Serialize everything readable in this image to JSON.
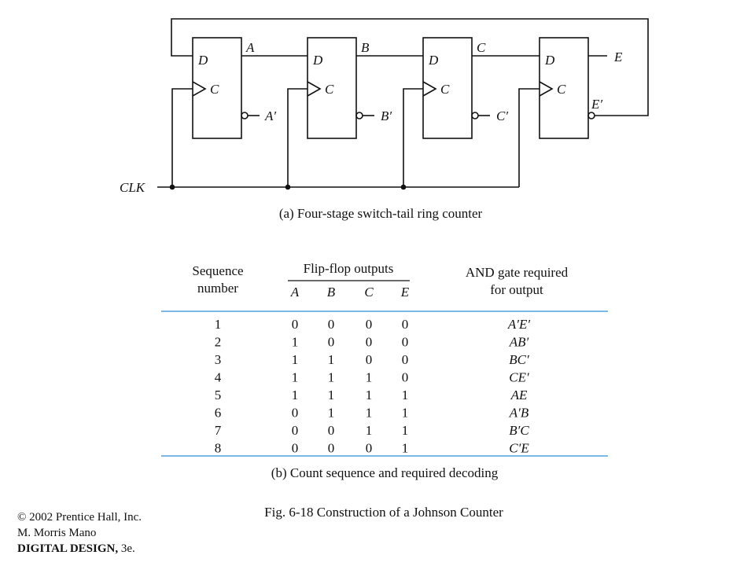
{
  "circuit": {
    "stages": [
      {
        "d": "D",
        "c": "C",
        "q": "A",
        "qn": "A′"
      },
      {
        "d": "D",
        "c": "C",
        "q": "B",
        "qn": "B′"
      },
      {
        "d": "D",
        "c": "C",
        "q": "C",
        "qn": "C′"
      },
      {
        "d": "D",
        "c": "C",
        "q": "E",
        "qn": "E′"
      }
    ],
    "clock_label": "CLK",
    "caption": "(a) Four-stage switch-tail ring counter"
  },
  "table": {
    "col_sequence": [
      "Sequence",
      "number"
    ],
    "col_outputs_title": "Flip-flop outputs",
    "col_outputs": [
      "A",
      "B",
      "C",
      "E"
    ],
    "col_gate": [
      "AND gate required",
      "for output"
    ],
    "rows": [
      {
        "seq": "1",
        "a": "0",
        "b": "0",
        "c": "0",
        "e": "0",
        "gate": "A′E′"
      },
      {
        "seq": "2",
        "a": "1",
        "b": "0",
        "c": "0",
        "e": "0",
        "gate": "AB′"
      },
      {
        "seq": "3",
        "a": "1",
        "b": "1",
        "c": "0",
        "e": "0",
        "gate": "BC′"
      },
      {
        "seq": "4",
        "a": "1",
        "b": "1",
        "c": "1",
        "e": "0",
        "gate": "CE′"
      },
      {
        "seq": "5",
        "a": "1",
        "b": "1",
        "c": "1",
        "e": "1",
        "gate": "AE"
      },
      {
        "seq": "6",
        "a": "0",
        "b": "1",
        "c": "1",
        "e": "1",
        "gate": "A′B"
      },
      {
        "seq": "7",
        "a": "0",
        "b": "0",
        "c": "1",
        "e": "1",
        "gate": "B′C"
      },
      {
        "seq": "8",
        "a": "0",
        "b": "0",
        "c": "0",
        "e": "1",
        "gate": "C′E"
      }
    ],
    "caption": "(b) Count sequence and required decoding"
  },
  "figure_title": "Fig. 6-18  Construction of a Johnson Counter",
  "credits": {
    "line1": "© 2002 Prentice Hall, Inc.",
    "line2": "M. Morris Mano",
    "line3_bold": "DIGITAL DESIGN,",
    "line3_rest": " 3e."
  },
  "colors": {
    "rule": "#4fa3e0",
    "ink": "#111111"
  }
}
